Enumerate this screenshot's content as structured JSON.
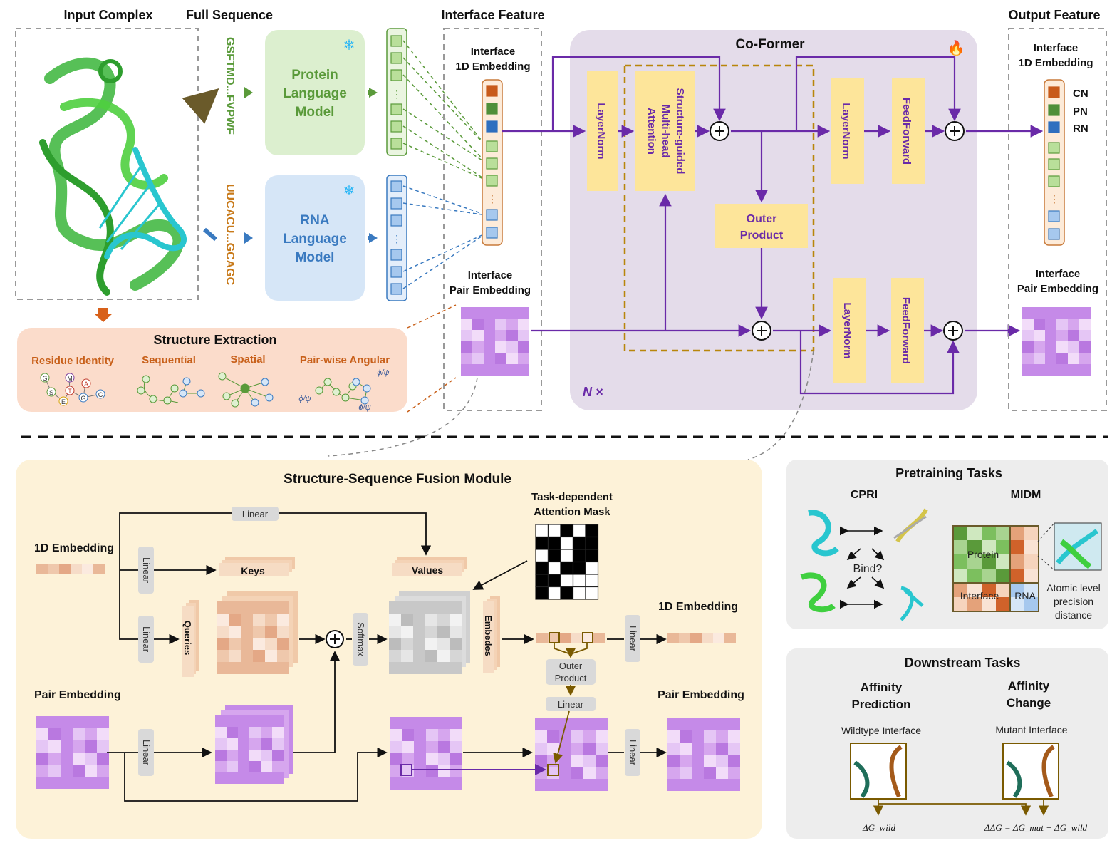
{
  "top": {
    "input_complex": "Input Complex",
    "full_sequence": "Full Sequence",
    "interface_feature": "Interface Feature",
    "output_feature": "Output Feature",
    "protein_seq": "GSFTMD...FVPWF",
    "rna_seq": "UUCACU...GCAGC",
    "protein_lm": [
      "Protein",
      "Language",
      "Model"
    ],
    "rna_lm": [
      "RNA",
      "Language",
      "Model"
    ],
    "snowflake": "❄",
    "fire": "🔥",
    "interface_1d": [
      "Interface",
      "1D Embedding"
    ],
    "interface_pair": [
      "Interface",
      "Pair Embedding"
    ],
    "out_1d": [
      "Interface",
      "1D Embedding"
    ],
    "out_pair": [
      "Interface",
      "Pair Embedding"
    ],
    "legend": [
      "CN",
      "PN",
      "RN"
    ],
    "ellipsis": "⋮"
  },
  "coformer": {
    "title": "Co-Former",
    "layernorm": "LayerNorm",
    "feedforward": "FeedForward",
    "attention": [
      "Structure-guided",
      "Multi-head",
      "Attention"
    ],
    "outer_product": [
      "Outer",
      "Product"
    ],
    "n_times": "N ×"
  },
  "structure": {
    "title": "Structure Extraction",
    "items": [
      "Residue Identity",
      "Sequential",
      "Spatial",
      "Pair-wise Angular"
    ],
    "residues": [
      "G",
      "M",
      "A",
      "S",
      "T",
      "E",
      "G",
      "C"
    ],
    "angle": "ϕ/ψ"
  },
  "fusion": {
    "title": "Structure-Sequence Fusion Module",
    "embed_1d": "1D Embedding",
    "pair_embed": "Pair Embedding",
    "linear": "Linear",
    "keys": "Keys",
    "values": "Values",
    "queries": "Queries",
    "softmax": "Softmax",
    "embeds": "Embedes",
    "mask": [
      "Task-dependent",
      "Attention Mask"
    ],
    "outer_product": [
      "Outer",
      "Product"
    ],
    "out_1d": "1D Embedding",
    "out_pair": "Pair Embedding"
  },
  "pretraining": {
    "title": "Pretraining Tasks",
    "cpri": "CPRI",
    "midm": "MIDM",
    "bind": "Bind?",
    "protein": "Protein",
    "interface": "Interface",
    "rna": "RNA",
    "atomic": [
      "Atomic level",
      "precision",
      "distance"
    ]
  },
  "downstream": {
    "title": "Downstream Tasks",
    "affinity_pred": [
      "Affinity",
      "Prediction"
    ],
    "affinity_change": [
      "Affinity",
      "Change"
    ],
    "wildtype": "Wildtype Interface",
    "mutant": "Mutant Interface",
    "dg_wild": "ΔG_wild",
    "ddg": "ΔΔG = ΔG_mut − ΔG_wild"
  },
  "colors": {
    "purple": "#6a2aa8",
    "protein_green": "#5a9a3a",
    "rna_blue": "#3a7ac0",
    "cn_orange": "#c85a1a",
    "yellow_block": "#fde59a",
    "gold_dash": "#b8860b"
  }
}
